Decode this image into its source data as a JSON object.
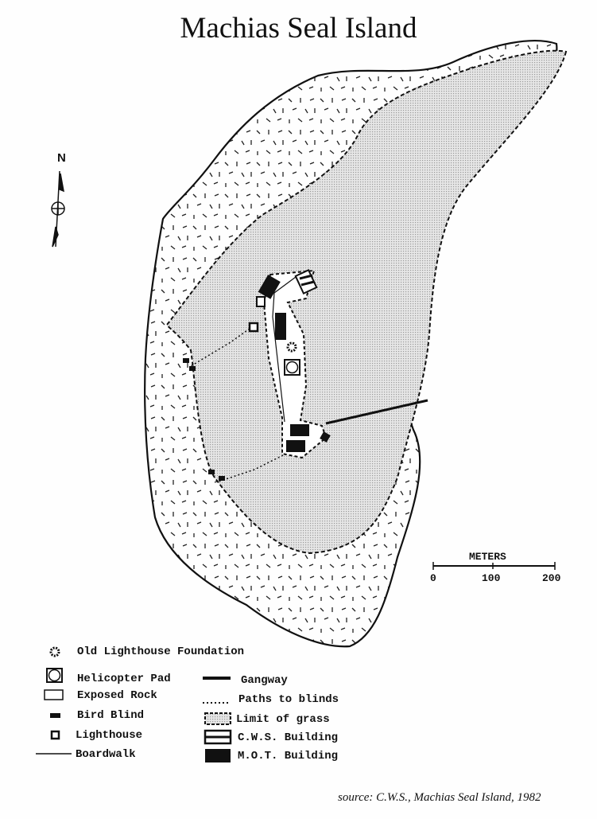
{
  "title": "Machias Seal Island",
  "north_label": "N",
  "scale": {
    "unit": "METERS",
    "ticks": [
      "0",
      "100",
      "200"
    ]
  },
  "legend": [
    {
      "icon": "gear-icon",
      "label": "Old Lighthouse Foundation"
    },
    {
      "icon": "square-circle-icon",
      "label": "Helicopter Pad"
    },
    {
      "icon": "rock-icon",
      "label": "Exposed Rock"
    },
    {
      "icon": "bird-blind-icon",
      "label": "Bird Blind"
    },
    {
      "icon": "lighthouse-icon",
      "label": "Lighthouse"
    },
    {
      "icon": "thin-line-icon",
      "label": "Boardwalk"
    },
    {
      "icon": "thick-line-icon",
      "label": "Gangway"
    },
    {
      "icon": "dotted-line-icon",
      "label": "Paths to blinds"
    },
    {
      "icon": "stipple-icon",
      "label": "Limit of grass"
    },
    {
      "icon": "striped-box-icon",
      "label": "C.W.S. Building"
    },
    {
      "icon": "solid-box-icon",
      "label": "M.O.T. Building"
    }
  ],
  "source": "source: C.W.S.,  Machias Seal Island,  1982"
}
